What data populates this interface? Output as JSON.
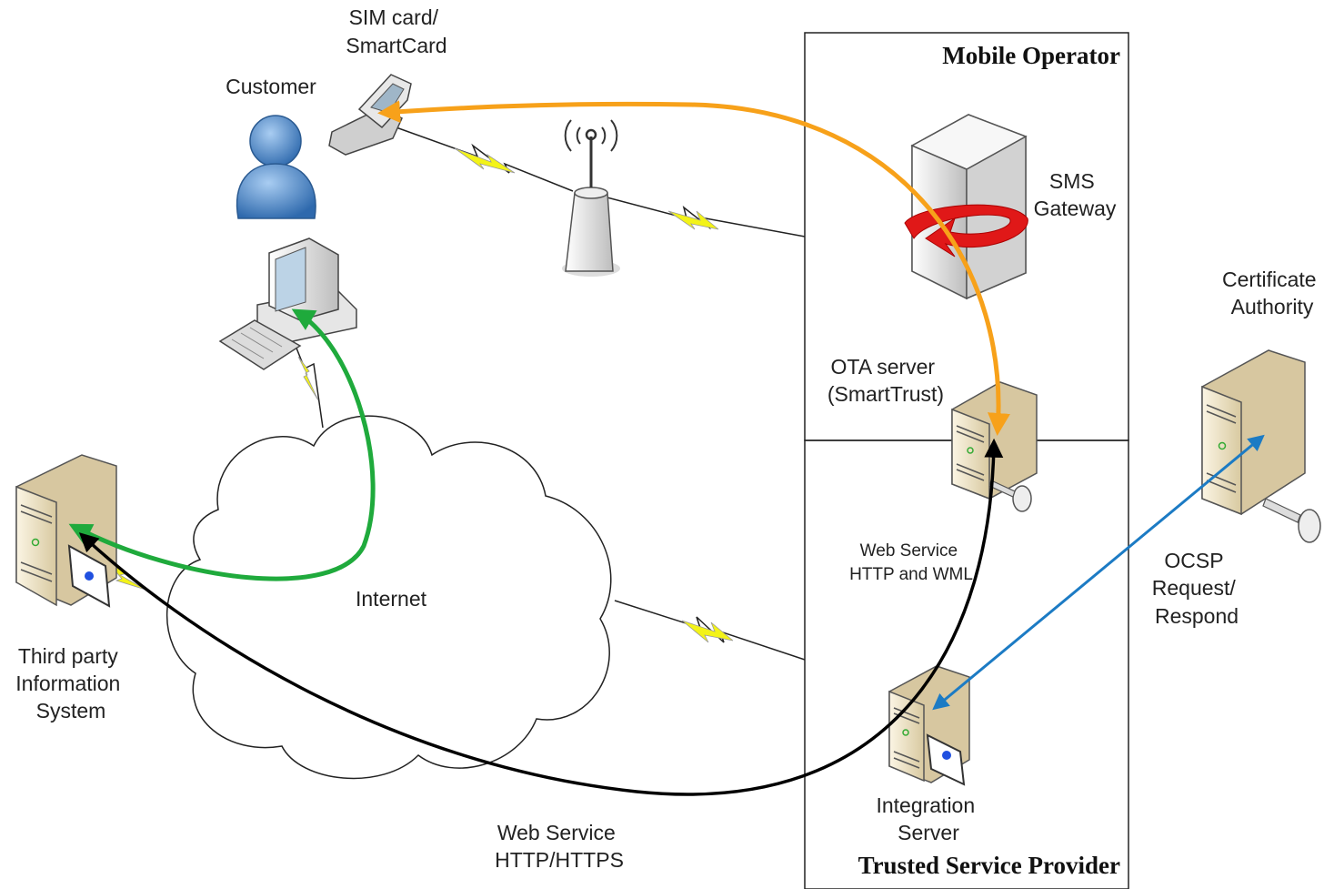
{
  "regions": {
    "mobile_operator": "Mobile Operator",
    "trusted_service_provider": "Trusted Service Provider"
  },
  "nodes": {
    "sim_card": [
      "SIM card/",
      "SmartCard"
    ],
    "customer": "Customer",
    "sms_gateway": [
      "SMS",
      "Gateway"
    ],
    "certificate_authority": [
      "Certificate",
      "Authority"
    ],
    "ota_server": [
      "OTA server",
      "(SmartTrust)"
    ],
    "internet": "Internet",
    "third_party": [
      "Third party",
      "Information",
      "System"
    ],
    "integration_server": [
      "Integration",
      "Server"
    ]
  },
  "edges": {
    "web_service_wml": [
      "Web Service",
      "HTTP and WML"
    ],
    "ocsp": [
      "OCSP",
      "Request/",
      "Respond"
    ],
    "web_service_https": [
      "Web Service",
      "HTTP/HTTPS"
    ]
  },
  "colors": {
    "orange_flow": "#f7a11a",
    "green_flow": "#1faa3c",
    "black_flow": "#000000",
    "blue_flow": "#1c7bc4",
    "customer_blue": "#3f7fc7",
    "server_beige": "#e8dcbf",
    "lightning_yellow": "#f3f318",
    "gateway_red": "#e01818"
  }
}
